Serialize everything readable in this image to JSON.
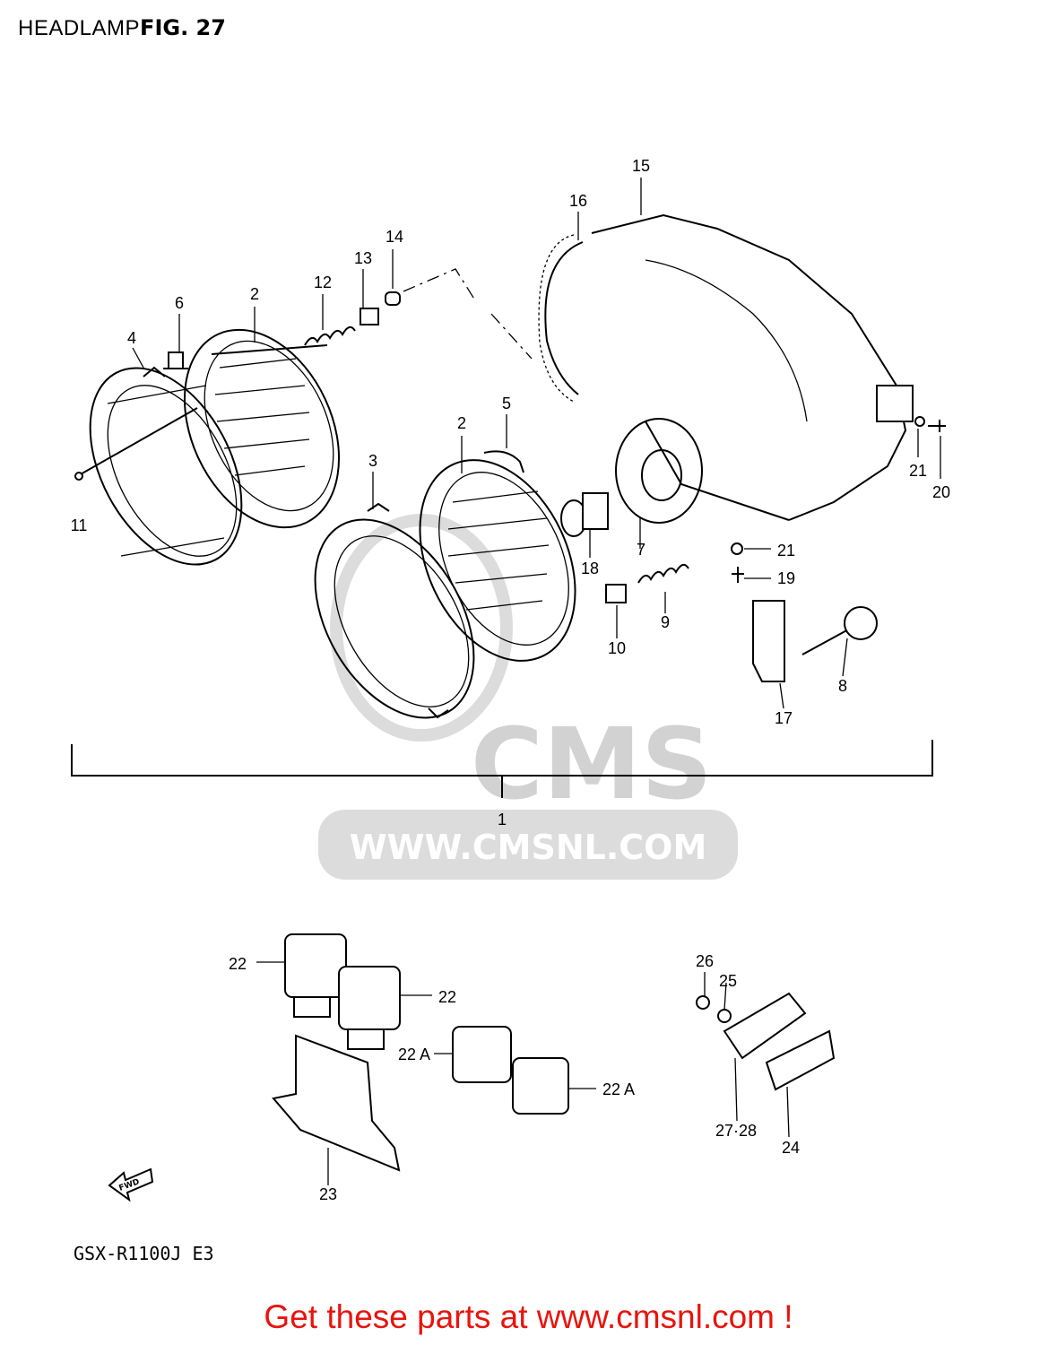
{
  "header": {
    "section_title": "HEADLAMP",
    "figure_label": "FIG. 27"
  },
  "callouts": {
    "c1": "1",
    "c2a": "2",
    "c2b": "2",
    "c3": "3",
    "c4": "4",
    "c5": "5",
    "c6": "6",
    "c7": "7",
    "c8": "8",
    "c9": "9",
    "c10": "10",
    "c11": "11",
    "c12": "12",
    "c13": "13",
    "c14": "14",
    "c15": "15",
    "c16": "16",
    "c17": "17",
    "c18": "18",
    "c19": "19",
    "c20": "20",
    "c21a": "21",
    "c21b": "21",
    "c22a": "22",
    "c22b": "22",
    "c22Aa": "22 A",
    "c22Ab": "22 A",
    "c23": "23",
    "c24": "24",
    "c25": "25",
    "c26": "26",
    "c2728": "27·28"
  },
  "fwd_marker": "FWD",
  "watermark": {
    "brand": "CMS",
    "url": "WWW.CMSNL.COM"
  },
  "model_code": "GSX-R1100J E3",
  "promo_text": "Get these parts at www.cmsnl.com !",
  "colors": {
    "promo": "#e8140e",
    "watermark": "#d2d2d2",
    "ink": "#000000"
  }
}
